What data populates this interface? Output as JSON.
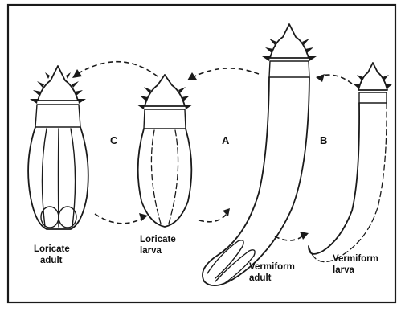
{
  "figure": {
    "labels": {
      "a": "A",
      "b": "B",
      "c": "C"
    },
    "captions": {
      "loricate_adult": [
        "Loricate",
        "adult"
      ],
      "loricate_larva": [
        "Loricate",
        "larva"
      ],
      "vermiform_adult": [
        "Vermiform",
        "adult"
      ],
      "vermiform_larva": [
        "Vermiform",
        "larva"
      ]
    }
  },
  "colors": {
    "ink": "#1a1a1a",
    "background": "#ffffff"
  }
}
